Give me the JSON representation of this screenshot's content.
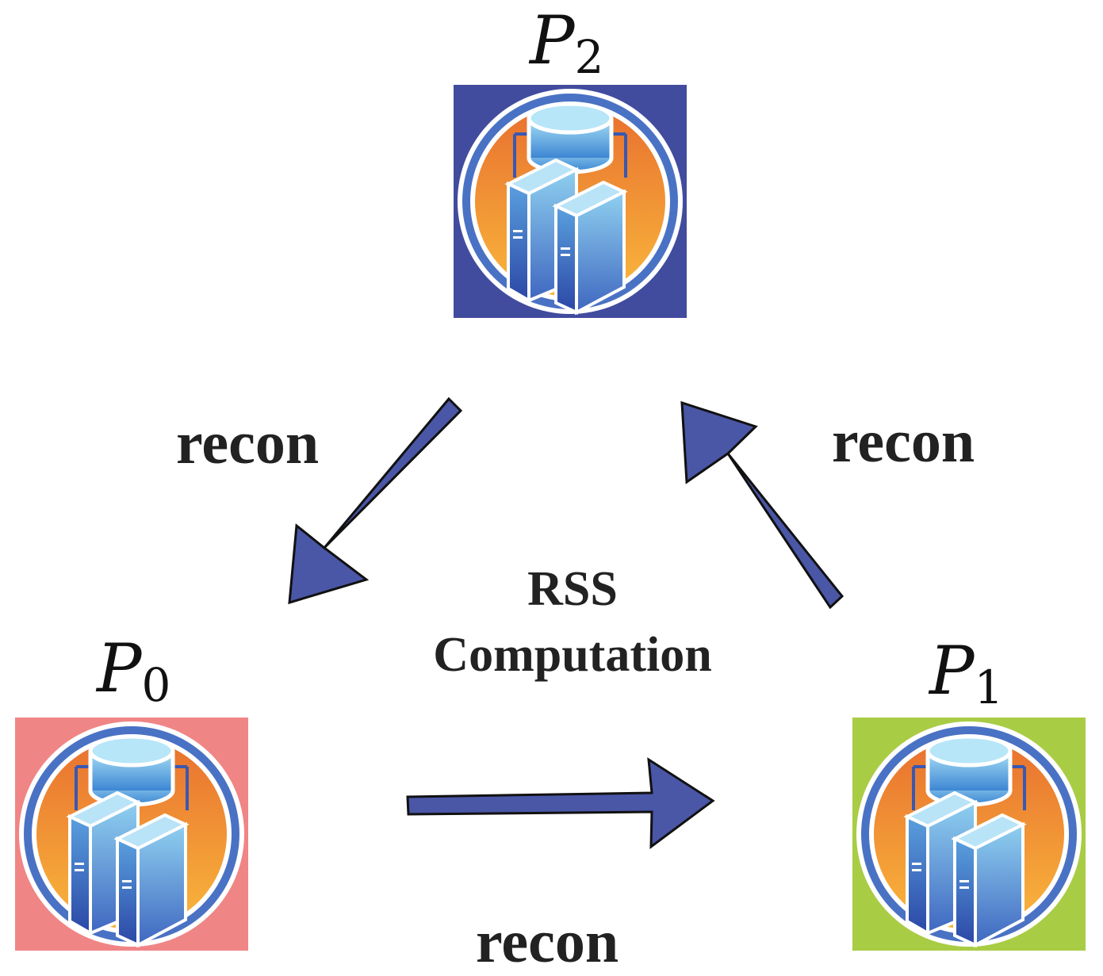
{
  "parties": [
    {
      "id": "p2",
      "letter": "P",
      "subscript": "2",
      "bg_color": "#414c9e"
    },
    {
      "id": "p0",
      "letter": "P",
      "subscript": "0",
      "bg_color": "#f08586"
    },
    {
      "id": "p1",
      "letter": "P",
      "subscript": "1",
      "bg_color": "#a9cc45"
    }
  ],
  "edges": [
    {
      "from": "p2",
      "to": "p0",
      "label": "recon"
    },
    {
      "from": "p1",
      "to": "p2",
      "label": "recon"
    },
    {
      "from": "p0",
      "to": "p1",
      "label": "recon"
    }
  ],
  "center": {
    "line1": "RSS",
    "line2": "Computation"
  },
  "icon": "server-cluster-icon",
  "colors": {
    "arrow": "#4a56a6",
    "orange_top": "#ec7a33",
    "orange_bottom": "#f8b03a",
    "ring": "#4a72c4"
  }
}
